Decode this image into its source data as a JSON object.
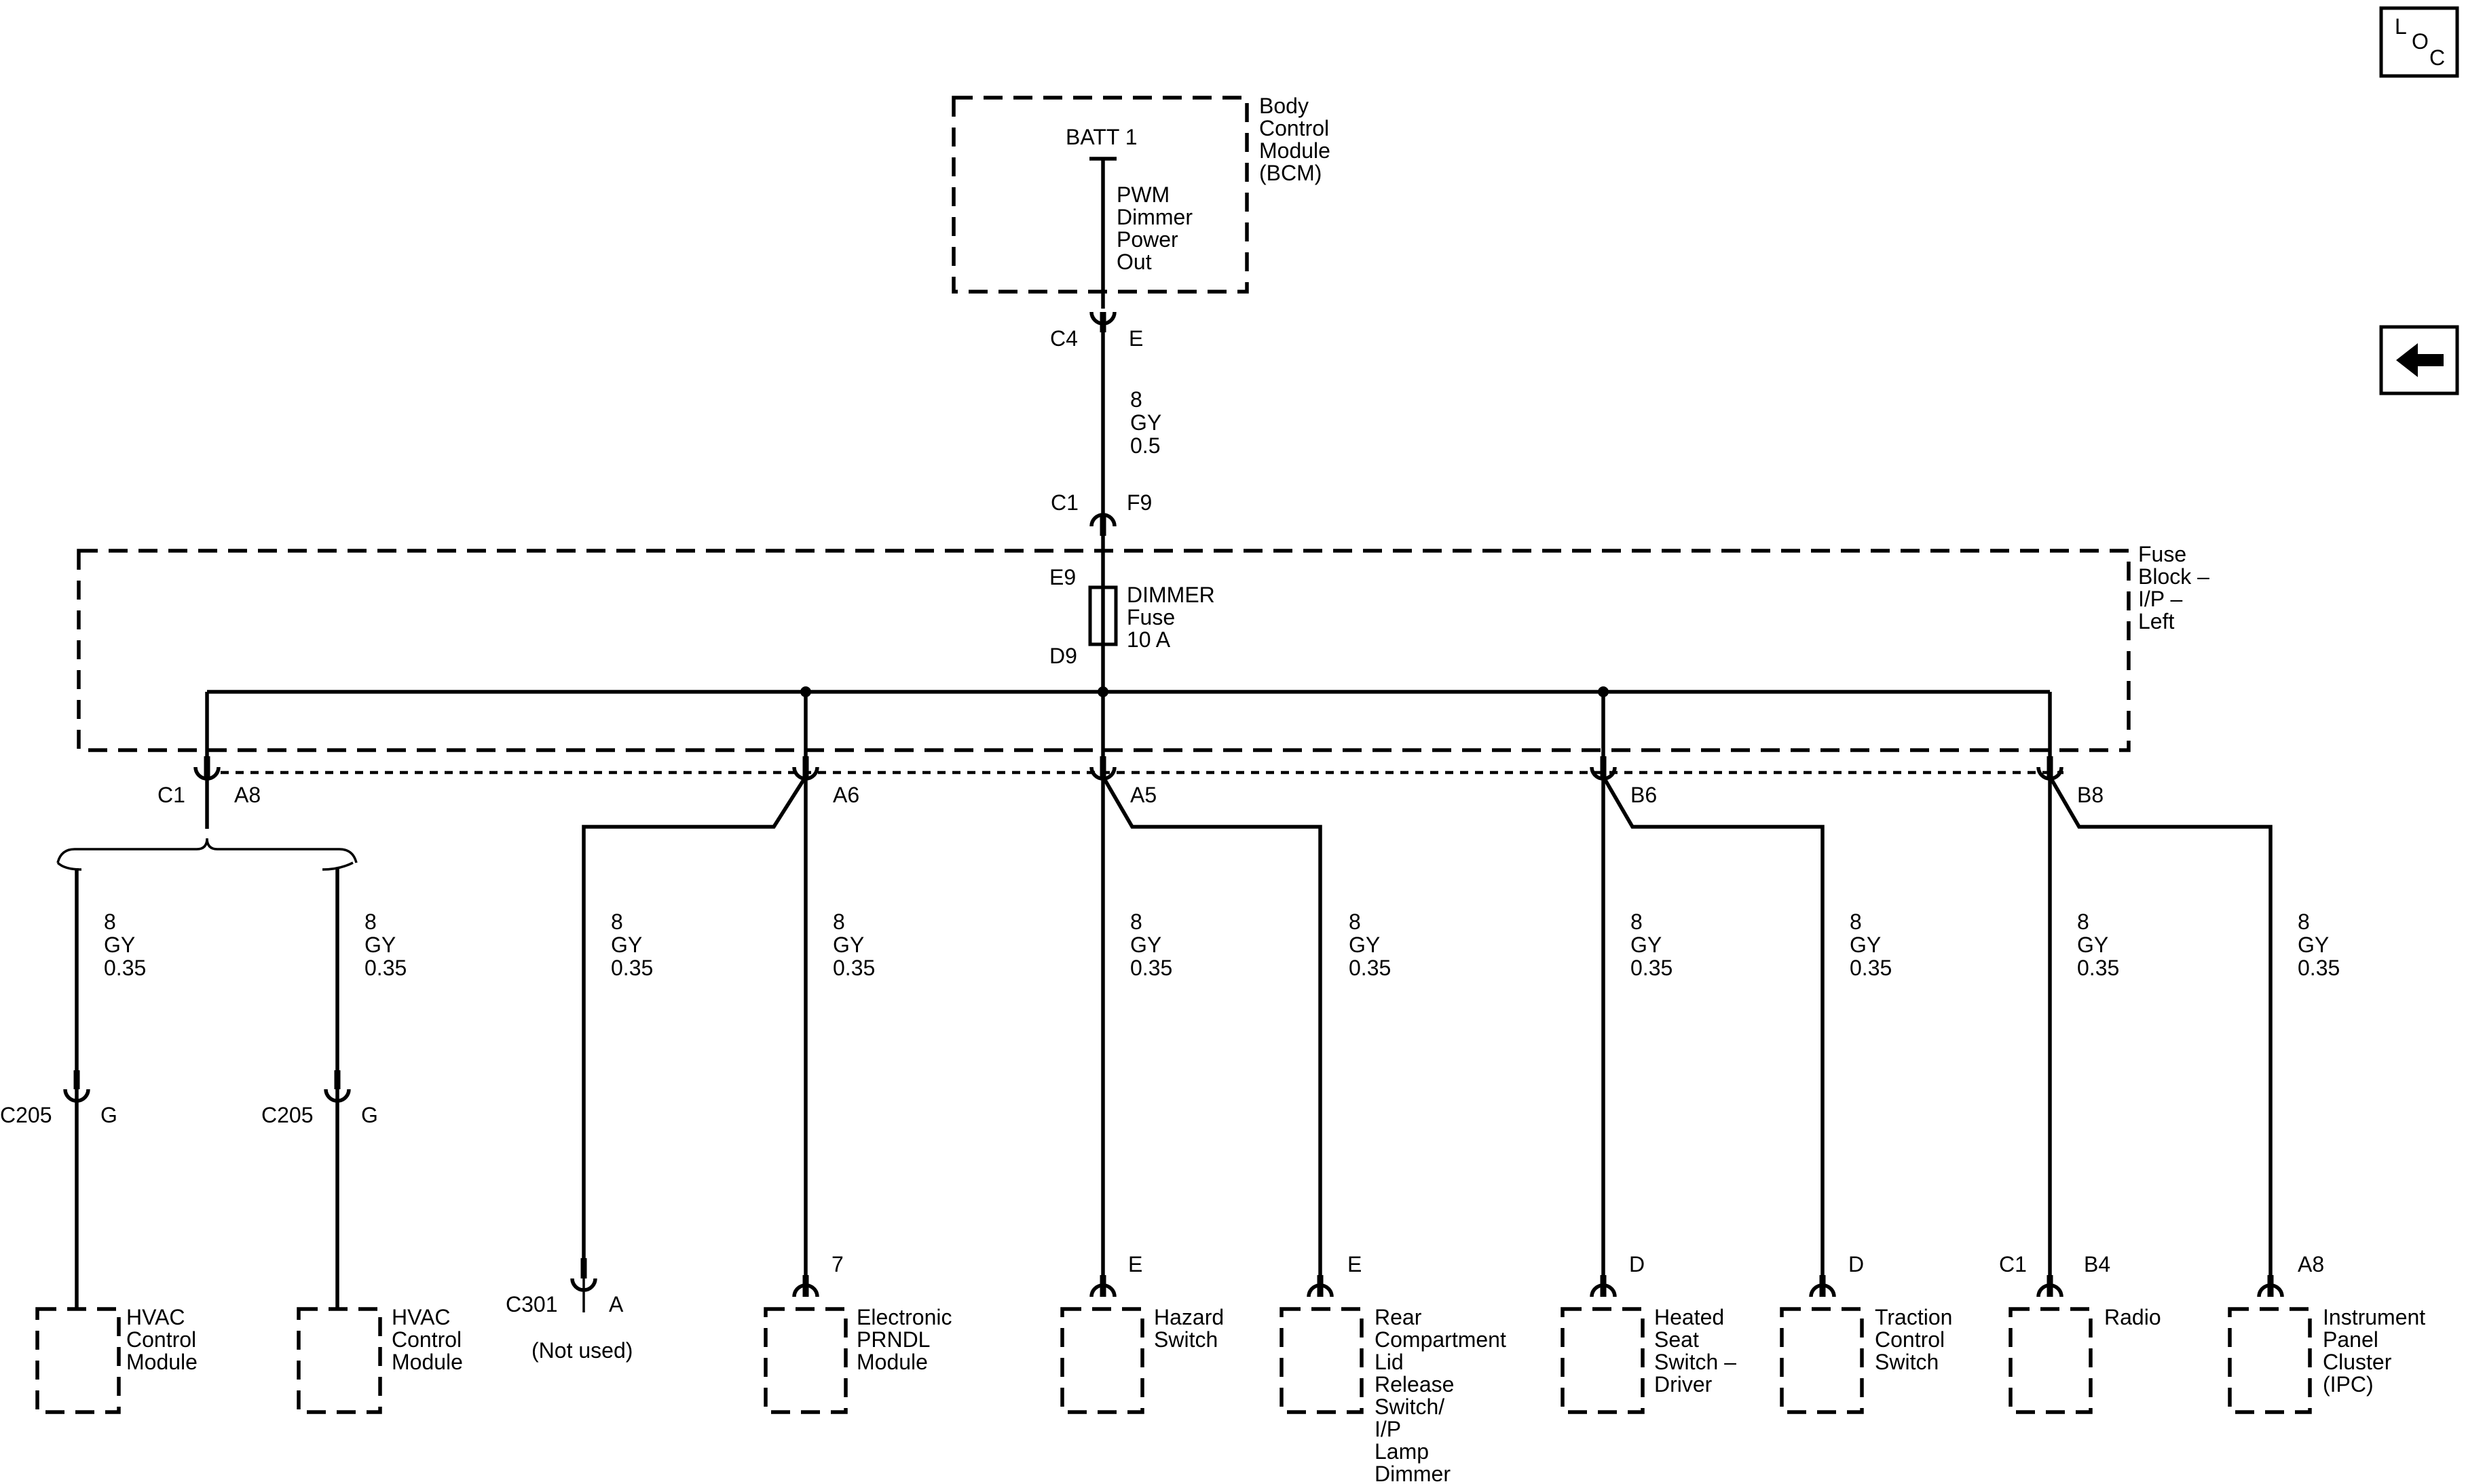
{
  "bcm": {
    "name": [
      "Body",
      "Control",
      "Module",
      "(BCM)"
    ],
    "pin_label": "BATT 1",
    "circuit": [
      "PWM",
      "Dimmer",
      "Power",
      "Out"
    ]
  },
  "c4": {
    "connector": "C4",
    "pin": "E"
  },
  "main_wire": [
    "8",
    "GY",
    "0.5"
  ],
  "c1_top": {
    "connector": "C1",
    "pin": "F9"
  },
  "fuse_block": {
    "name": [
      "Fuse",
      "Block –",
      "I/P –",
      "Left"
    ],
    "in_pin": "E9",
    "out_pin": "D9",
    "fuse": [
      "DIMMER",
      "Fuse",
      "10 A"
    ]
  },
  "bottom_connectors": {
    "c1": "C1",
    "a8": "A8",
    "a6": "A6",
    "a5": "A5",
    "b6": "B6",
    "b8": "B8"
  },
  "branch_wire": [
    "8",
    "GY",
    "0.35"
  ],
  "splices": {
    "c205": "C205",
    "g": "G"
  },
  "c301": {
    "connector": "C301",
    "pin": "A",
    "note": "(Not used)"
  },
  "modules": {
    "hvac": [
      "HVAC",
      "Control",
      "Module"
    ],
    "prndl": {
      "pin": "7",
      "name": [
        "Electronic",
        "PRNDL",
        "Module"
      ]
    },
    "hazard": {
      "pin": "E",
      "name": [
        "Hazard",
        "Switch"
      ]
    },
    "rear_lid": {
      "pin": "E",
      "name": [
        "Rear",
        "Compartment",
        "Lid",
        "Release",
        "Switch/",
        "I/P",
        "Lamp",
        "Dimmer"
      ]
    },
    "heated_seat": {
      "pin": "D",
      "name": [
        "Heated",
        "Seat",
        "Switch –",
        "Driver"
      ]
    },
    "traction": {
      "pin": "D",
      "name": [
        "Traction",
        "Control",
        "Switch"
      ]
    },
    "radio": {
      "connector": "C1",
      "pin": "B4",
      "name": [
        "Radio"
      ]
    },
    "ipc": {
      "pin": "A8",
      "name": [
        "Instrument",
        "Panel",
        "Cluster",
        "(IPC)"
      ]
    }
  },
  "loc_button": {
    "l": "L",
    "o": "O",
    "c": "C"
  },
  "back_button": {
    "icon": "left-arrow-icon"
  }
}
